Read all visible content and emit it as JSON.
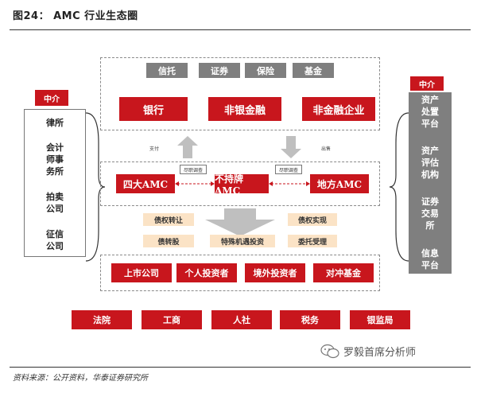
{
  "figure": {
    "title": "图24：  AMC 行业生态圈"
  },
  "top_group": {
    "labels": [
      "信托",
      "证券",
      "保险",
      "基金"
    ],
    "red": [
      "银行",
      "非银金融",
      "非金融企业"
    ]
  },
  "arrows": {
    "left_label": "支付",
    "right_label": "出售"
  },
  "amc_row": {
    "left": "四大AMC",
    "center": "不持牌AMC",
    "right": "地方AMC",
    "link_left": "尽职调查",
    "link_right": "尽职调查"
  },
  "orange_items": [
    "债权转让",
    "债权实现",
    "债转股",
    "特殊机遇投资",
    "委托受理"
  ],
  "investors": [
    "上市公司",
    "个人投资者",
    "境外投资者",
    "对冲基金"
  ],
  "regulators": [
    "法院",
    "工商",
    "人社",
    "税务",
    "银监局"
  ],
  "left_side": {
    "header": "中介",
    "items": [
      "律所",
      "会计\n师事\n务所",
      "拍卖\n公司",
      "征信\n公司"
    ]
  },
  "right_side": {
    "header": "中介",
    "items": [
      "资产\n处置\n平台",
      "资产\n评估\n机构",
      "证券\n交易\n所",
      "信息\n平台"
    ]
  },
  "footer": {
    "source": "资料来源：公开资料，华泰证券研究所",
    "watermark": "罗毅首席分析师"
  },
  "colors": {
    "red": "#c8161d",
    "grey": "#7f7f7f",
    "orange": "#fbe3c6"
  }
}
